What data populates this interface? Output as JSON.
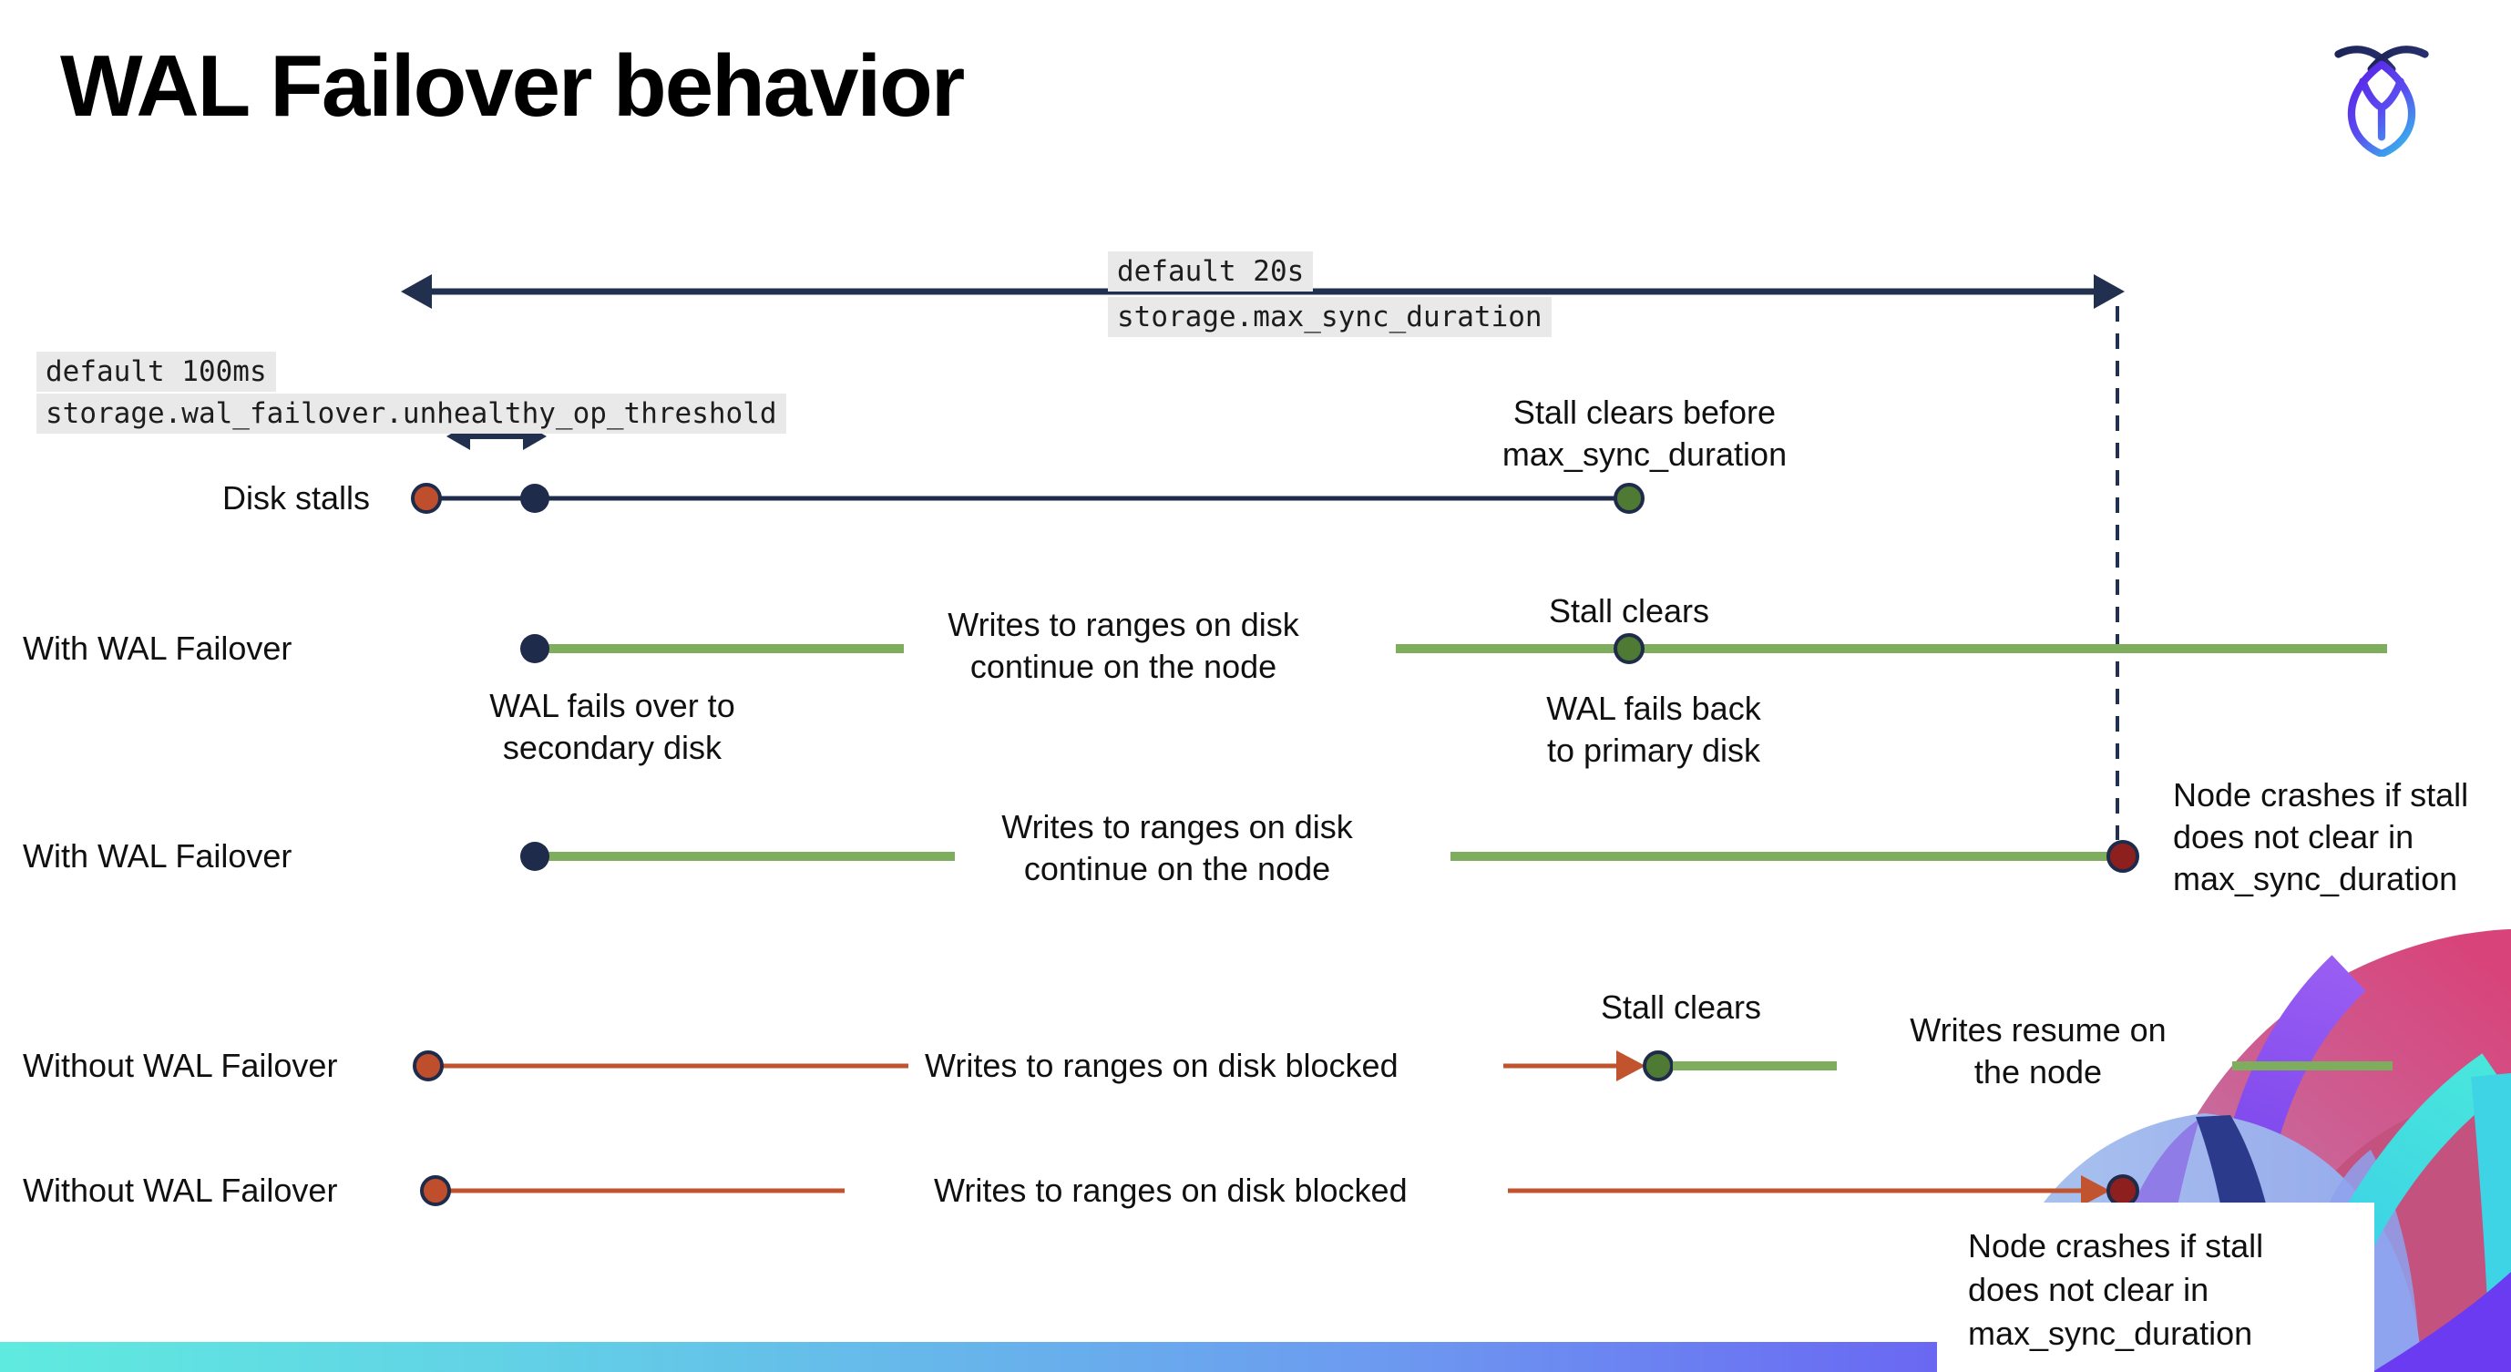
{
  "page": {
    "title": "WAL Failover behavior"
  },
  "logo": {
    "icon": "cockroachdb-mark"
  },
  "duration_arrow": {
    "default_label": "default 20s",
    "setting": "storage.max_sync_duration"
  },
  "threshold_arrow": {
    "default_label": "default 100ms",
    "setting": "storage.wal_failover.unhealthy_op_threshold"
  },
  "rows": [
    {
      "label": "Disk stalls",
      "stall_clears": {
        "lines": [
          "Stall clears before",
          "max_sync_duration"
        ]
      }
    },
    {
      "label": "With WAL Failover",
      "writes": {
        "lines": [
          "Writes to ranges on disk",
          "continue on the node"
        ]
      },
      "stall_clears": "Stall clears",
      "failover": {
        "lines": [
          "WAL fails over to",
          "secondary disk"
        ]
      },
      "failback": {
        "lines": [
          "WAL fails  back",
          "to primary disk"
        ]
      }
    },
    {
      "label": "With WAL Failover",
      "writes": {
        "lines": [
          "Writes to ranges on disk",
          "continue on the node"
        ]
      },
      "crash": {
        "lines": [
          "Node crashes if stall",
          "does not clear in",
          "max_sync_duration"
        ]
      }
    },
    {
      "label": "Without WAL Failover",
      "blocked": "Writes to ranges on disk  blocked",
      "stall_clears": "Stall clears",
      "resume": {
        "lines": [
          "Writes resume on",
          "the node"
        ]
      }
    },
    {
      "label": "Without WAL Failover",
      "blocked": "Writes to ranges on disk  blocked",
      "crash": {
        "lines": [
          "Node crashes if stall",
          "does not clear in",
          "max_sync_duration"
        ]
      }
    }
  ],
  "colors": {
    "navy": "#1f2b4a",
    "green_line": "#7ead5e",
    "green_dot": "#4e7a33",
    "red_line": "#c2532f",
    "red_dot": "#bf4e2d",
    "dark_red_dot": "#8e1f1f",
    "code_background": "#e9e9e9",
    "bar_gradient": [
      "#5feadf",
      "#6c9af0",
      "#5e3bf0"
    ]
  }
}
